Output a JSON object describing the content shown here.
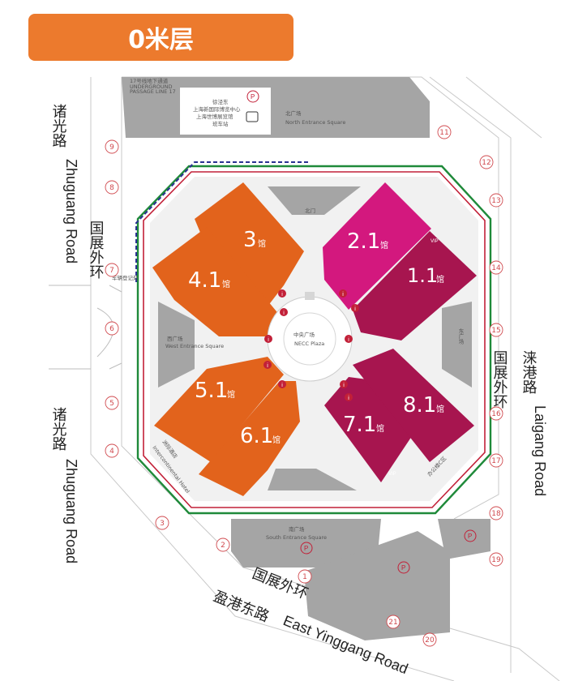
{
  "header": {
    "title": "0米层"
  },
  "colors": {
    "orange": "#e2631c",
    "magenta": "#d3187e",
    "crimson": "#a7154f",
    "grey": "#a5a5a5",
    "green": "#1f8a3a",
    "red": "#c22038",
    "navy": "#2a3192"
  },
  "roads": {
    "west_cn": "诸光路",
    "west_en": "Zhuguang Road",
    "east_cn": "涞港路",
    "east_en": "Laigang Road",
    "ring_cn": "国展外环",
    "south_cn": "盈港东路",
    "south_en": "East Yinggang Road"
  },
  "halls": {
    "h3": "3",
    "h41": "4.1",
    "h21": "2.1",
    "h11": "1.1",
    "h51": "5.1",
    "h61": "6.1",
    "h71": "7.1",
    "h81": "8.1",
    "suffix": "馆"
  },
  "squares": {
    "north_cn": "北广场",
    "north_en": "North Entrance Square",
    "south_cn": "南广场",
    "south_en": "South Entrance Square",
    "central_cn": "中央广场",
    "central_en": "NECC Plaza",
    "west_cn": "西广场",
    "west_en": "West Entrance Square",
    "east_cn": "东广场"
  },
  "labels": {
    "metro_cn": "17号线地下通道",
    "metro_en1": "UNDERGROUND",
    "metro_en2": "PASSAGE LINE 17",
    "bus_l1": "徐泾东",
    "bus_l2": "上海新国际博览中心",
    "bus_l3": "上海世博展览馆",
    "bus_l4": "班车站",
    "office_cn": "办公楼C区",
    "hotel_cn": "洲际酒店",
    "hotel_en": "Intercontinental Hotel",
    "vip": "VIP",
    "parking": "P",
    "info": "i",
    "vehicle_cn": "车辆登记处",
    "north_gate_cn": "北门"
  },
  "gates": [
    "1",
    "2",
    "3",
    "4",
    "5",
    "6",
    "7",
    "8",
    "9",
    "11",
    "12",
    "13",
    "14",
    "15",
    "16",
    "17",
    "18",
    "19",
    "20",
    "21"
  ]
}
